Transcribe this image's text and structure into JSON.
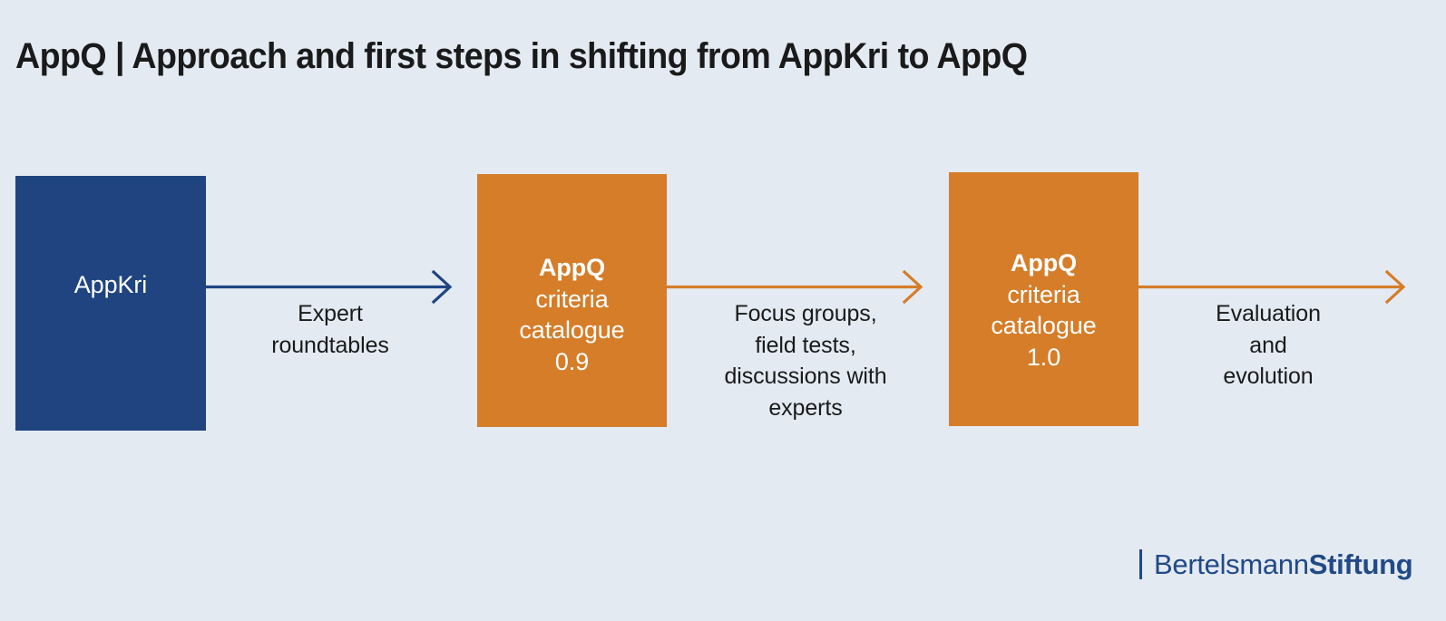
{
  "slide": {
    "title": "AppQ | Approach and first steps in shifting from AppKri to AppQ",
    "background_color": "#e3eaf2"
  },
  "colors": {
    "blue": "#1f4480",
    "orange": "#d57d29",
    "text": "#1a1a1a",
    "logo_blue": "#214a86",
    "box_text": "#ffffff"
  },
  "diagram": {
    "type": "process-flow",
    "nodes": [
      {
        "id": "appkri",
        "lines": [
          {
            "text": "AppKri",
            "bold": false
          }
        ],
        "color": "#1f4480"
      },
      {
        "id": "appq-09",
        "lines": [
          {
            "text": "AppQ",
            "bold": true
          },
          {
            "text": "criteria",
            "bold": false
          },
          {
            "text": "catalogue",
            "bold": false
          },
          {
            "text": "0.9",
            "bold": false
          }
        ],
        "color": "#d57d29"
      },
      {
        "id": "appq-10",
        "lines": [
          {
            "text": "AppQ",
            "bold": true
          },
          {
            "text": "criteria",
            "bold": false
          },
          {
            "text": "catalogue",
            "bold": false
          },
          {
            "text": "1.0",
            "bold": false
          }
        ],
        "color": "#d57d29"
      }
    ],
    "arrows": [
      {
        "id": "arrow-1",
        "from": "appkri",
        "to": "appq-09",
        "color": "#1f4480",
        "caption": [
          "Expert",
          "roundtables"
        ]
      },
      {
        "id": "arrow-2",
        "from": "appq-09",
        "to": "appq-10",
        "color": "#d57d29",
        "caption": [
          "Focus groups,",
          "field tests,",
          "discussions with",
          "experts"
        ]
      },
      {
        "id": "arrow-3",
        "from": "appq-10",
        "to": "",
        "color": "#d57d29",
        "caption": [
          "Evaluation",
          "and",
          "evolution"
        ]
      }
    ]
  },
  "logo": {
    "name_regular": "Bertelsmann",
    "name_bold": "Stiftung"
  }
}
